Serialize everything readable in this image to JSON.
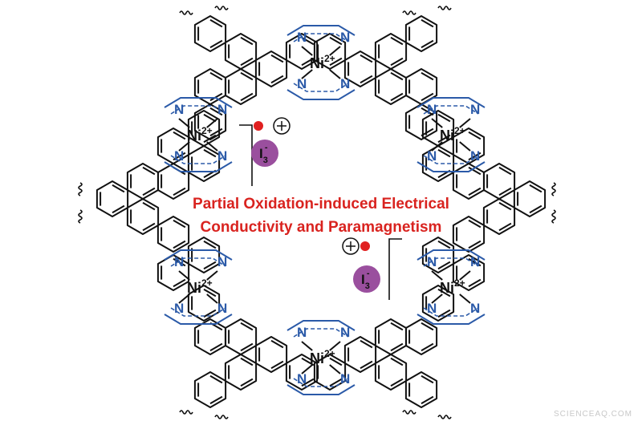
{
  "title": {
    "line1": "Partial Oxidation-induced Electrical",
    "line2": "Conductivity and Paramagnetism"
  },
  "labels": {
    "nitrogen": "N",
    "nickel": "Ni",
    "nickel_charge": "2+",
    "iodide": "I",
    "iodide_subscript": "3",
    "iodide_charge": "-"
  },
  "watermark": "SCIENCEAQ.COM",
  "colors": {
    "macrocycle": "#2b5aa8",
    "title": "#d9231f",
    "radical": "#e02020",
    "iodide_bubble": "#9a4f9e",
    "bonds": "#111111"
  }
}
